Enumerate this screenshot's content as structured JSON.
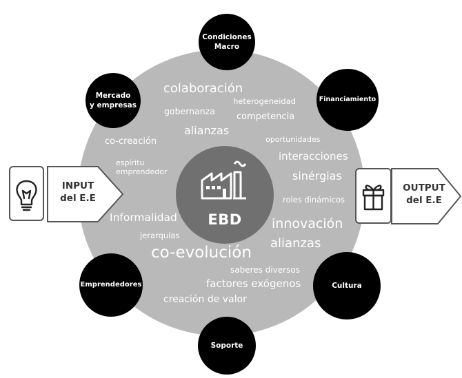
{
  "center": {
    "label": "EBD",
    "icon": "factory-icon"
  },
  "nodes": {
    "condiciones_macro": "Condiciones\nMacro",
    "mercado": "Mercado\ny empresas",
    "financiamiento": "Financiamiento",
    "emprendedores": "Emprendedores",
    "cultura": "Cultura",
    "soporte": "Soporte"
  },
  "input": {
    "label": "INPUT\ndel E.E",
    "icon": "lightbulb-icon"
  },
  "output": {
    "label": "OUTPUT\ndel E.E",
    "icon": "gift-icon"
  },
  "words": {
    "colaboracion": "colaboración",
    "heterogeneidad": "heterogeneidad",
    "gobernanza": "gobernanza",
    "competencia": "competencia",
    "alianzas_top": "alianzas",
    "co_creacion": "co-creación",
    "oportunidades": "oportunidades",
    "interacciones": "interacciones",
    "espiritu": "espíritu\nemprendedor",
    "sinergias": "sinérgias",
    "roles": "roles dinámicos",
    "informalidad": "Informalidad",
    "innovacion": "innovación",
    "jerarquias": "jerarquías",
    "alianzas_bottom": "alianzas",
    "co_evolucion": "co-evolución",
    "saberes": "saberes diversos",
    "factores": "factores exógenos",
    "creacion_valor": "creación de valor"
  }
}
